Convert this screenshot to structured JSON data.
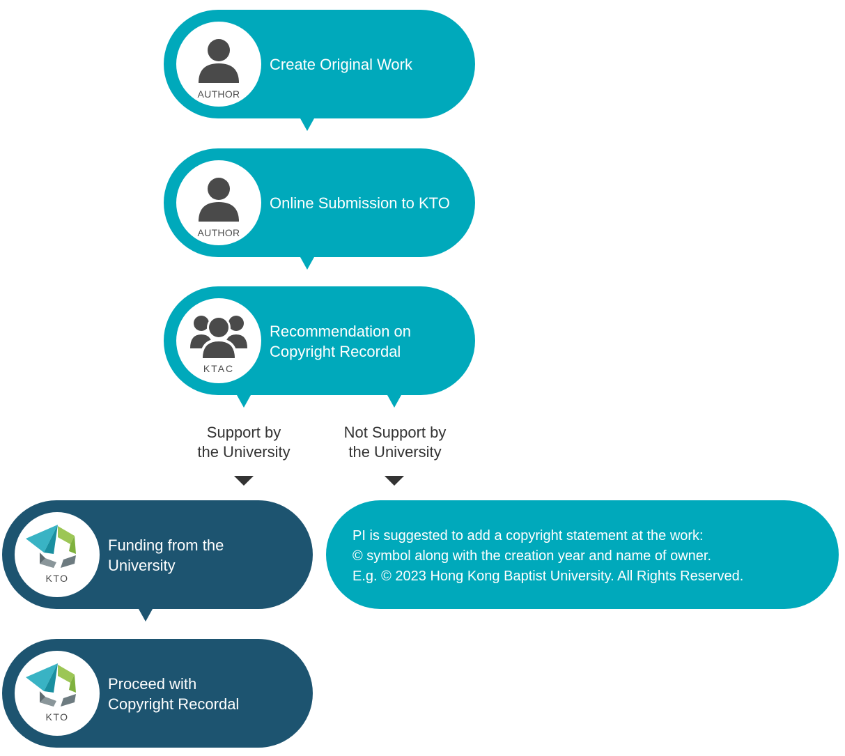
{
  "steps": [
    {
      "text": "Create Original Work",
      "actor": "AUTHOR",
      "icon": "person-icon"
    },
    {
      "text": "Online Submission to KTO",
      "actor": "AUTHOR",
      "icon": "person-icon"
    },
    {
      "text": "Recommendation on\nCopyright Recordal",
      "actor": "KTAC",
      "icon": "group-icon"
    },
    {
      "text": "Funding from the\nUniversity",
      "actor": "KTO",
      "icon": "kto-logo-icon"
    },
    {
      "text": "Proceed with\nCopyright Recordal",
      "actor": "KTO",
      "icon": "kto-logo-icon"
    }
  ],
  "branches": {
    "support": "Support by\nthe University",
    "not_support": "Not Support by\nthe University"
  },
  "note": {
    "line1": "PI is suggested to add a copyright statement at the work:",
    "line2": "© symbol along with the creation year and name of owner.",
    "line3": "E.g. © 2023 Hong Kong Baptist University. All Rights Reserved."
  },
  "colors": {
    "teal": "#00a9bb",
    "navy": "#1d5470",
    "icon_gray": "#4a4a4a"
  }
}
